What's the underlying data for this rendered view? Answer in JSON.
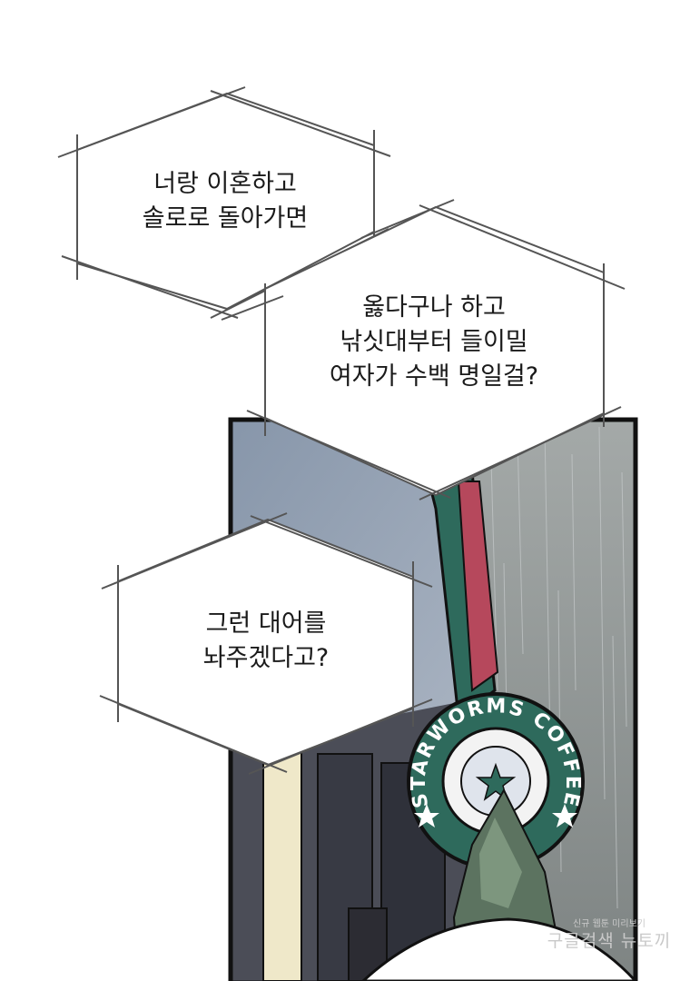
{
  "bubbles": [
    {
      "lines": [
        "너랑 이혼하고",
        "솔로로 돌아가면"
      ]
    },
    {
      "lines": [
        "옳다구나 하고",
        "낚싯대부터 들이밀",
        "여자가 수백 명일걸?"
      ]
    },
    {
      "lines": [
        "그런 대어를",
        "놔주겠다고?"
      ]
    }
  ],
  "cafe_sign": {
    "text": "STARWORMS COFFEE"
  },
  "watermark": {
    "small": "신규 웹툰 미리보기",
    "big": "구글검색 뉴토끼"
  },
  "colors": {
    "panel_border": "#111111",
    "sky": "#9aa7b7",
    "sign_green": "#2e6a5c",
    "rain_wall": "#8f9493"
  }
}
